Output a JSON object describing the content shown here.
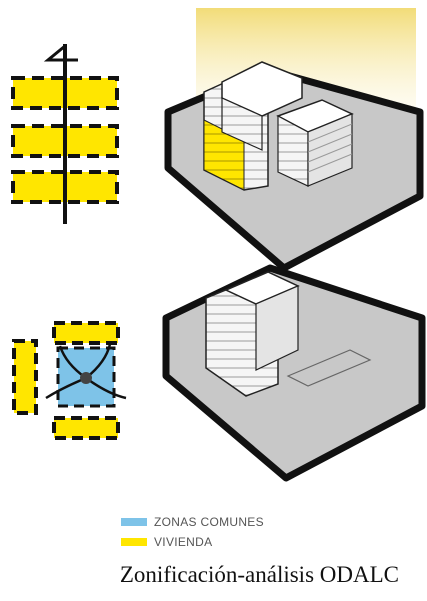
{
  "colors": {
    "zonas_comunes": "#7ec3e8",
    "vivienda": "#ffe600",
    "ground": "#c8c8c8",
    "outline": "#111111",
    "glow": "#f2dc78"
  },
  "legend": [
    {
      "label": "ZONAS COMUNES",
      "color_key": "zonas_comunes"
    },
    {
      "label": "VIVIENDA",
      "color_key": "vivienda"
    }
  ],
  "caption": "Zonificación-análisis ODALC"
}
